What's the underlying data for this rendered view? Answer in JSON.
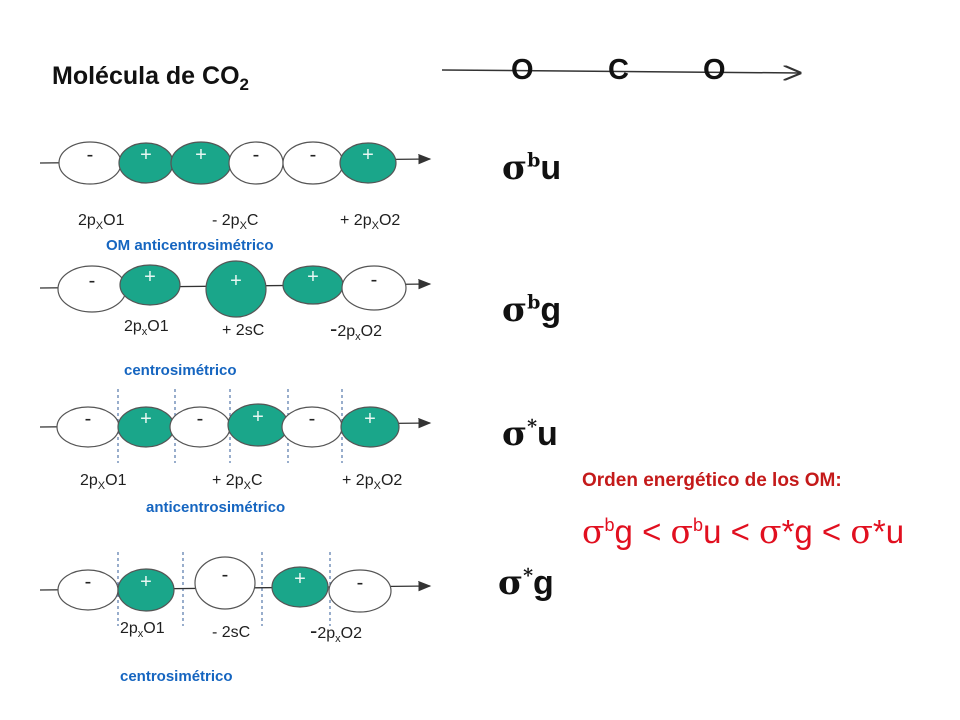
{
  "title": {
    "main": "Molécula de CO",
    "sub": "2"
  },
  "axis": {
    "atom1": "O",
    "atom2": "C",
    "atom3": "O"
  },
  "symbols": [
    {
      "sigma": "σ",
      "sup": "b",
      "letter": "u"
    },
    {
      "sigma": "σ",
      "sup": "b",
      "letter": "g"
    },
    {
      "sigma": "σ",
      "sup": "*",
      "letter": "u"
    },
    {
      "sigma": "σ",
      "sup": "*",
      "letter": "g"
    }
  ],
  "rows": [
    {
      "signs": [
        "-",
        "+",
        "+",
        "-",
        "-",
        "+"
      ],
      "labels": [
        {
          "pre": "",
          "base": "2p",
          "sub": "X",
          "rest": "O1"
        },
        {
          "pre": "- ",
          "base": "2p",
          "sub": "X",
          "rest": "C"
        },
        {
          "pre": "+ ",
          "base": "2p",
          "sub": "X",
          "rest": "O2"
        }
      ],
      "name": "OM anticentrosimétrico"
    },
    {
      "signs": [
        "-",
        "+",
        "+",
        "+",
        "-"
      ],
      "labels": [
        {
          "pre": "",
          "base": "2p",
          "sub": "x",
          "rest": "O1"
        },
        {
          "pre": "+ ",
          "base": "2sC",
          "sub": "",
          "rest": ""
        },
        {
          "pre": "-",
          "base": "2p",
          "sub": "x",
          "rest": "O2"
        }
      ],
      "name": "centrosimétrico"
    },
    {
      "signs": [
        "-",
        "+",
        "-",
        "+",
        "-",
        "+"
      ],
      "labels": [
        {
          "pre": "",
          "base": "2p",
          "sub": "X",
          "rest": "O1"
        },
        {
          "pre": "+ ",
          "base": "2p",
          "sub": "X",
          "rest": "C"
        },
        {
          "pre": "+ ",
          "base": "2p",
          "sub": "X",
          "rest": "O2"
        }
      ],
      "name": "anticentrosimétrico"
    },
    {
      "signs": [
        "-",
        "+",
        "-",
        "+",
        "-"
      ],
      "labels": [
        {
          "pre": "",
          "base": "2p",
          "sub": "x",
          "rest": "O1"
        },
        {
          "pre": "- ",
          "base": "2sC",
          "sub": "",
          "rest": ""
        },
        {
          "pre": "-",
          "base": "2p",
          "sub": "x",
          "rest": "O2"
        }
      ],
      "name": "centrosimétrico"
    }
  ],
  "order": {
    "title": "Orden energético de los OM:",
    "terms": [
      {
        "sigma": "σ",
        "sup": "b",
        "letter": "g"
      },
      {
        "sigma": "σ",
        "sup": "b",
        "letter": "u"
      },
      {
        "sigma": "σ",
        "sup": "",
        "letter": "*g"
      },
      {
        "sigma": "σ",
        "sup": "",
        "letter": "*u"
      }
    ],
    "separator": " < "
  }
}
